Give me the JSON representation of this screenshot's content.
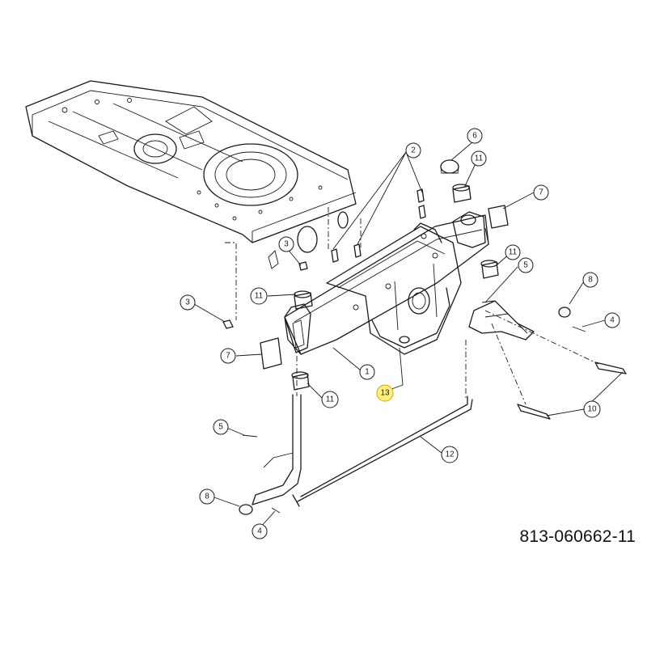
{
  "drawing_number": "813-060662-11",
  "callout_labels": {
    "c1": "1",
    "c2": "2",
    "c3a": "3",
    "c3b": "3",
    "c4a": "4",
    "c4b": "4",
    "c5a": "5",
    "c5b": "5",
    "c6": "6",
    "c7a": "7",
    "c7b": "7",
    "c8a": "8",
    "c8b": "8",
    "c10": "10",
    "c11a": "11",
    "c11b": "11",
    "c11c": "11",
    "c11d": "11",
    "c12": "12",
    "c13": "13"
  },
  "colors": {
    "line": "#1a1a1a",
    "highlight_fill": "#fff27a",
    "highlight_stroke": "#d9a300"
  }
}
